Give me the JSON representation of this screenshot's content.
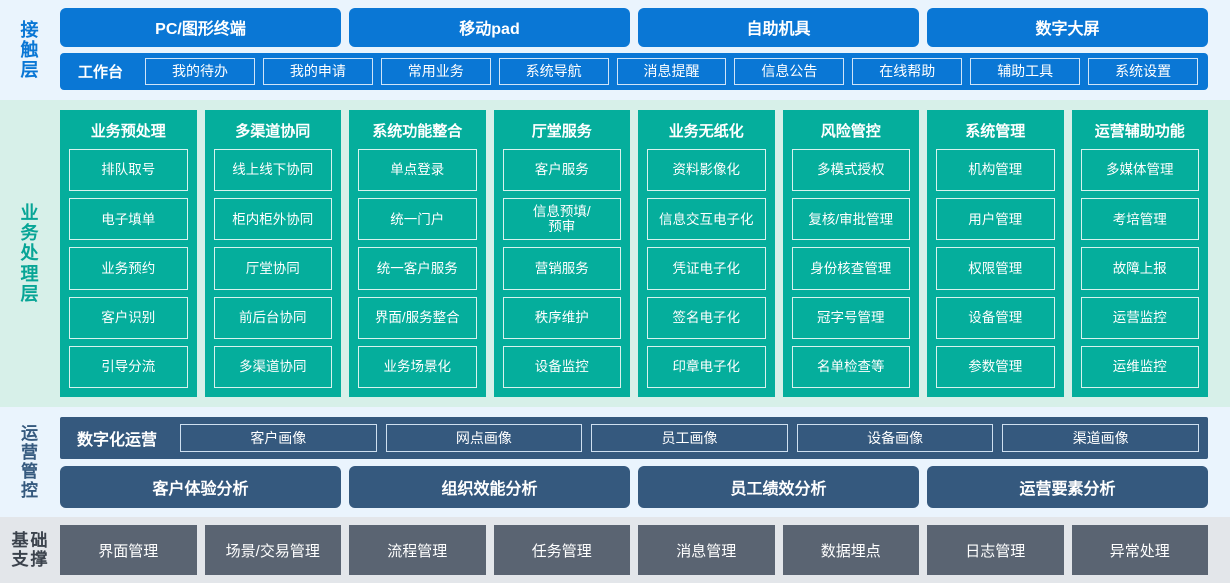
{
  "colors": {
    "contact_blue": "#0a77d5",
    "contact_bg": "#eaf4fd",
    "business_teal": "#05ae9c",
    "business_bg": "#d7f0e9",
    "ops_slate": "#35597e",
    "ops_bg": "#eaf4fd",
    "base_gray": "#5a6472",
    "base_bg": "#e3e6ea"
  },
  "layers": {
    "contact": {
      "label": "接触层",
      "label_chars": [
        "接",
        "触",
        "层"
      ],
      "channels": [
        {
          "label": "PC/图形终端"
        },
        {
          "label": "移动pad"
        },
        {
          "label": "自助机具"
        },
        {
          "label": "数字大屏"
        }
      ],
      "workbench_title": "工作台",
      "workbench_items": [
        {
          "label": "我的待办"
        },
        {
          "label": "我的申请"
        },
        {
          "label": "常用业务"
        },
        {
          "label": "系统导航"
        },
        {
          "label": "消息提醒"
        },
        {
          "label": "信息公告"
        },
        {
          "label": "在线帮助"
        },
        {
          "label": "辅助工具"
        },
        {
          "label": "系统设置"
        }
      ]
    },
    "business": {
      "label": "业务处理层",
      "label_chars": [
        "业",
        "务",
        "处",
        "理",
        "层"
      ],
      "columns": [
        {
          "title": "业务预处理",
          "items": [
            "排队取号",
            "电子填单",
            "业务预约",
            "客户识别",
            "引导分流"
          ]
        },
        {
          "title": "多渠道协同",
          "items": [
            "线上线下协同",
            "柜内柜外协同",
            "厅堂协同",
            "前后台协同",
            "多渠道协同"
          ]
        },
        {
          "title": "系统功能整合",
          "items": [
            "单点登录",
            "统一门户",
            "统一客户服务",
            "界面/服务整合",
            "业务场景化"
          ]
        },
        {
          "title": "厅堂服务",
          "items": [
            "客户服务",
            "信息预填/\n预审",
            "营销服务",
            "秩序维护",
            "设备监控"
          ]
        },
        {
          "title": "业务无纸化",
          "items": [
            "资料影像化",
            "信息交互电子化",
            "凭证电子化",
            "签名电子化",
            "印章电子化"
          ]
        },
        {
          "title": "风险管控",
          "items": [
            "多模式授权",
            "复核/审批管理",
            "身份核查管理",
            "冠字号管理",
            "名单检查等"
          ]
        },
        {
          "title": "系统管理",
          "items": [
            "机构管理",
            "用户管理",
            "权限管理",
            "设备管理",
            "参数管理"
          ]
        },
        {
          "title": "运营辅助功能",
          "items": [
            "多媒体管理",
            "考培管理",
            "故障上报",
            "运营监控",
            "运维监控"
          ]
        }
      ]
    },
    "operations": {
      "label": "运营管控",
      "label_chars": [
        "运",
        "营",
        "管",
        "控"
      ],
      "portrait_title": "数字化运营",
      "portrait_items": [
        {
          "label": "客户画像"
        },
        {
          "label": "网点画像"
        },
        {
          "label": "员工画像"
        },
        {
          "label": "设备画像"
        },
        {
          "label": "渠道画像"
        }
      ],
      "analysis_items": [
        {
          "label": "客户体验分析"
        },
        {
          "label": "组织效能分析"
        },
        {
          "label": "员工绩效分析"
        },
        {
          "label": "运营要素分析"
        }
      ]
    },
    "base": {
      "label": "基础支撑",
      "label_chars": [
        "基",
        "础",
        "支",
        "撑"
      ],
      "items": [
        {
          "label": "界面管理"
        },
        {
          "label": "场景/交易管理"
        },
        {
          "label": "流程管理"
        },
        {
          "label": "任务管理"
        },
        {
          "label": "消息管理"
        },
        {
          "label": "数据埋点"
        },
        {
          "label": "日志管理"
        },
        {
          "label": "异常处理"
        }
      ]
    }
  }
}
